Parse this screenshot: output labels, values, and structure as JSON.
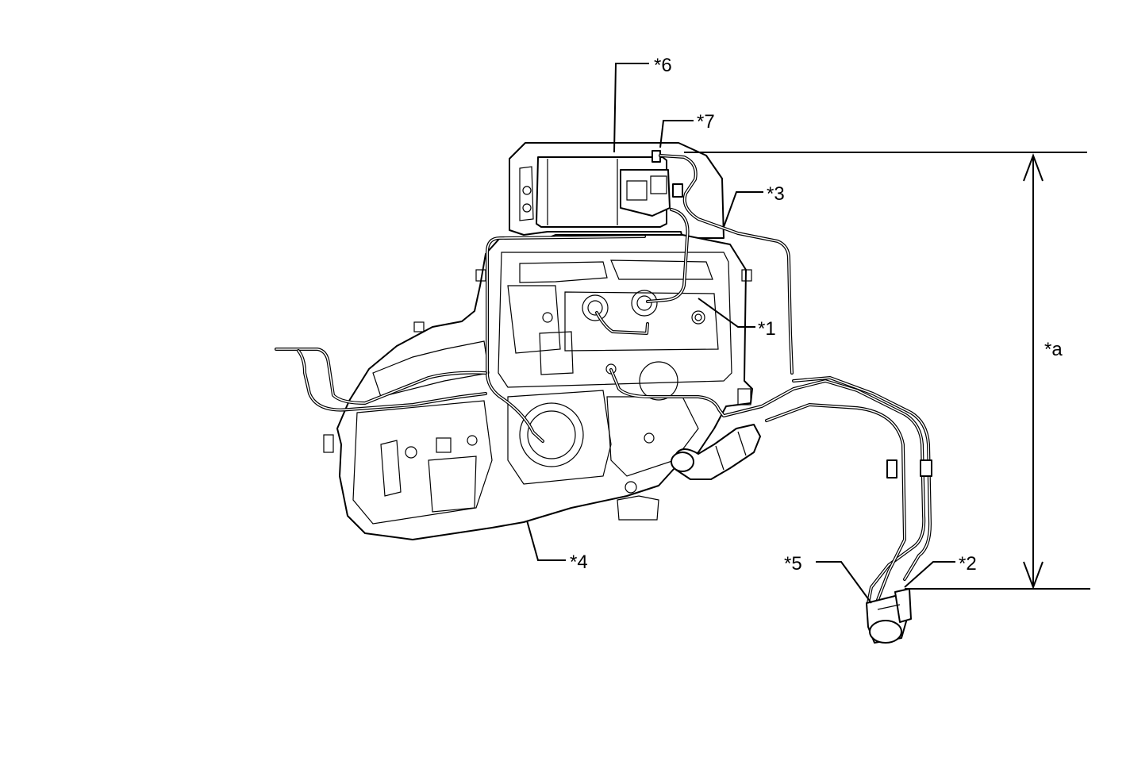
{
  "callouts": {
    "c1": "*1",
    "c2": "*2",
    "c3": "*3",
    "c4": "*4",
    "c5": "*5",
    "c6": "*6",
    "c7": "*7"
  },
  "dimension": {
    "label": "*a"
  }
}
